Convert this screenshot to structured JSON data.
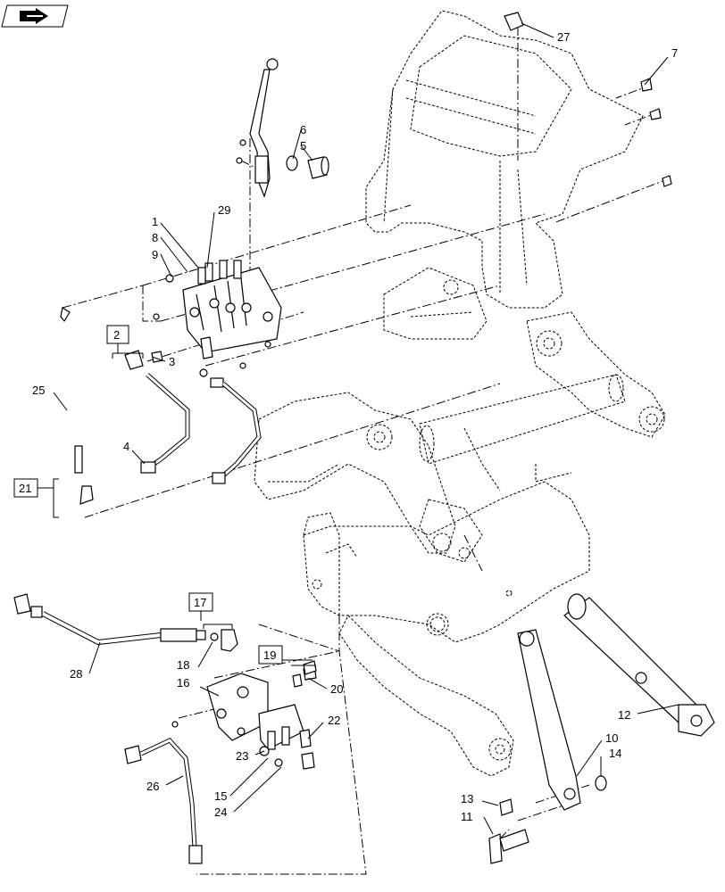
{
  "icon": {
    "name": "book-arrow-icon"
  },
  "callouts": {
    "c1": "1",
    "c2": "2",
    "c3": "3",
    "c4": "4",
    "c5": "5",
    "c6": "6",
    "c7": "7",
    "c8": "8",
    "c9": "9",
    "c10": "10",
    "c11": "11",
    "c12": "12",
    "c13": "13",
    "c14": "14",
    "c15": "15",
    "c16": "16",
    "c17": "17",
    "c18": "18",
    "c19": "19",
    "c20": "20",
    "c21": "21",
    "c22": "22",
    "c23": "23",
    "c24": "24",
    "c25": "25",
    "c26": "26",
    "c27": "27",
    "c28": "28",
    "c29": "29"
  }
}
